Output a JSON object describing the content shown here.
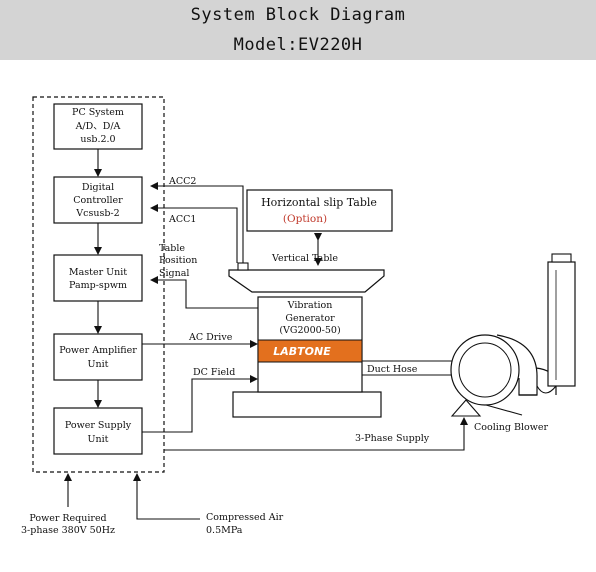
{
  "header": {
    "title": "System Block Diagram",
    "model": "Model:EV220H"
  },
  "blocks": {
    "pc_system": [
      "PC System",
      "A/D、D/A",
      "usb.2.0"
    ],
    "digital_controller": [
      "Digital",
      "Controller",
      "Vcsusb-2"
    ],
    "master_unit": [
      "Master Unit",
      "Pamp-spwm"
    ],
    "power_amplifier": [
      "Power Amplifier",
      "Unit"
    ],
    "power_supply": [
      "Power Supply",
      "Unit"
    ],
    "horizontal_slip_table": [
      "Horizontal slip Table",
      "(Option)"
    ],
    "vibration_generator": [
      "Vibration",
      "Generator",
      "(VG2000-50)"
    ],
    "brand": "LABTONE"
  },
  "labels": {
    "acc2": "ACC2",
    "acc1": "ACC1",
    "table_position_signal": [
      "Table",
      "Position",
      "Signal"
    ],
    "vertical_table": "Vertical Table",
    "ac_drive": "AC Drive",
    "dc_field": "DC Field",
    "duct_hose": "Duct Hose",
    "three_phase_supply": "3-Phase Supply",
    "cooling_blower": "Cooling Blower",
    "power_required": [
      "Power Required",
      "3-phase 380V 50Hz"
    ],
    "compressed_air": [
      "Compressed Air",
      "0.5MPa"
    ]
  },
  "colors": {
    "banner": "#d4d4d4",
    "brand_band": "#e3701e",
    "line": "#111111"
  }
}
